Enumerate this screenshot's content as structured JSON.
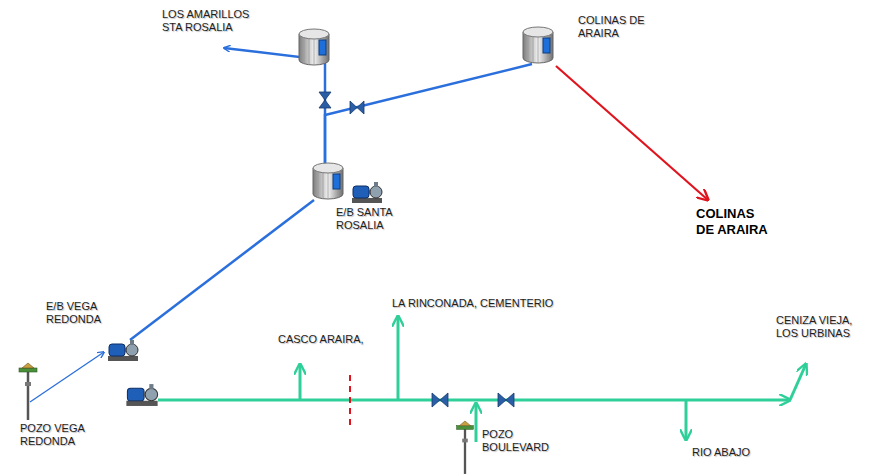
{
  "diagram": {
    "nodes": [
      {
        "text": [
          "LOS AMARILLOS STA ROSALIA"
        ]
      },
      {
        "text": [
          "COLINAS DE ARAIRA"
        ]
      },
      {
        "text": [
          "E/B SANTA ROSALIA"
        ]
      },
      {
        "text": [
          "COLINAS DE ARAIRA"
        ]
      },
      {
        "text": [
          "E/B VEGA REDONDA"
        ]
      },
      {
        "text": [
          "POZO VEGA REDONDA"
        ]
      }
    ],
    "edges": [
      {
        "from": 5,
        "to": 4,
        "arrow": "to"
      },
      {
        "from": 4,
        "to": 2,
        "arrow": "none"
      },
      {
        "from": 2,
        "to": 0,
        "arrow": "to"
      },
      {
        "from": 2,
        "to": 1,
        "arrow": "none"
      },
      {
        "from": 1,
        "to": 3,
        "arrow": "to"
      }
    ],
    "labels": [
      "LA RINCONADA, CEMENTERIO",
      "CASCO ARAIRA,",
      "CENIZA VIEJA, LOS URBINAS",
      "POZO BOULEVARD",
      "RIO ABAJO"
    ]
  }
}
